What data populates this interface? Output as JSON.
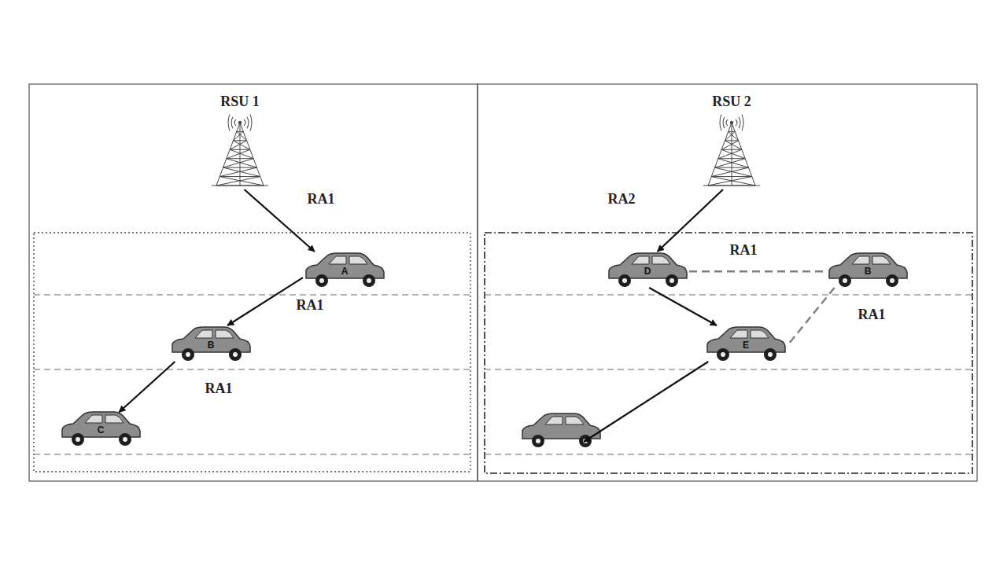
{
  "diagram": {
    "nodes": [
      {
        "text": [
          "RSU 1"
        ]
      },
      {
        "text": [
          "A"
        ]
      },
      {
        "text": [
          "B"
        ]
      },
      {
        "text": [
          "C"
        ]
      },
      {
        "text": [
          "RSU 2"
        ]
      },
      {
        "text": [
          "D"
        ]
      },
      {
        "text": [
          "B"
        ]
      },
      {
        "text": [
          "E"
        ]
      }
    ],
    "edges": [
      {
        "from": 0,
        "to": 1,
        "label": "RA1",
        "arrow": "to"
      },
      {
        "from": 1,
        "to": 2,
        "label": "RA1",
        "arrow": "to"
      },
      {
        "from": 2,
        "to": 3,
        "label": "RA1",
        "arrow": "to"
      },
      {
        "from": 4,
        "to": 5,
        "label": "RA2",
        "arrow": "to"
      },
      {
        "from": 5,
        "to": 6,
        "label": "RA1",
        "arrow": "none"
      },
      {
        "from": 5,
        "to": 7,
        "arrow": "to"
      },
      {
        "from": 6,
        "to": 7,
        "label": "RA1",
        "arrow": "none"
      }
    ]
  }
}
